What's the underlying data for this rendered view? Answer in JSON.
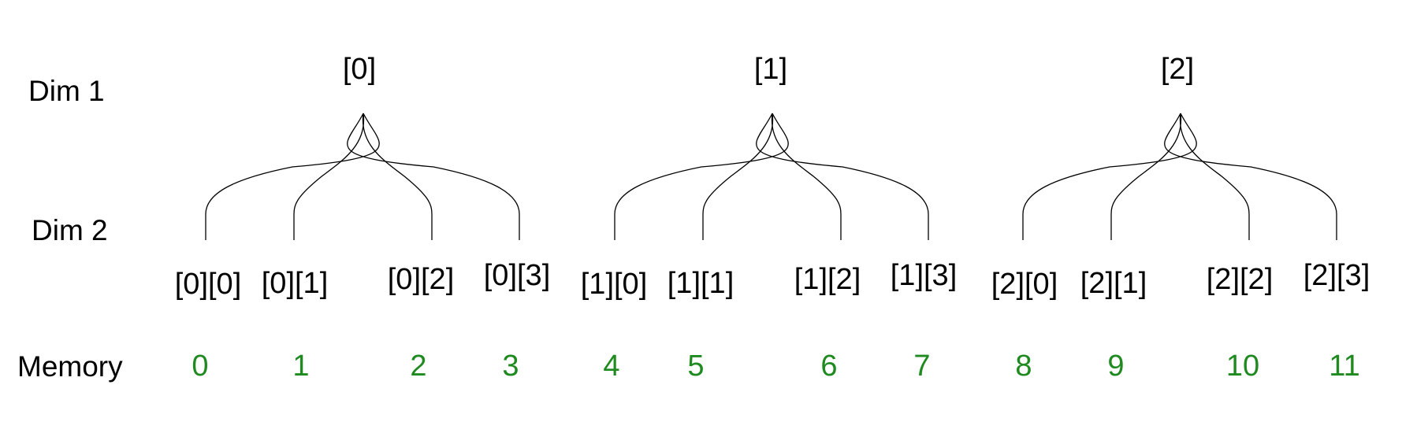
{
  "row_labels": {
    "dim1": "Dim 1",
    "dim2": "Dim 2",
    "memory": "Memory"
  },
  "memory_color": "#1f8a1f",
  "groups": [
    {
      "label": "[0]",
      "children": [
        {
          "label": "[0][0]",
          "memory": "0"
        },
        {
          "label": "[0][1]",
          "memory": "1"
        },
        {
          "label": "[0][2]",
          "memory": "2"
        },
        {
          "label": "[0][3]",
          "memory": "3"
        }
      ]
    },
    {
      "label": "[1]",
      "children": [
        {
          "label": "[1][0]",
          "memory": "4"
        },
        {
          "label": "[1][1]",
          "memory": "5"
        },
        {
          "label": "[1][2]",
          "memory": "6"
        },
        {
          "label": "[1][3]",
          "memory": "7"
        }
      ]
    },
    {
      "label": "[2]",
      "children": [
        {
          "label": "[2][0]",
          "memory": "8"
        },
        {
          "label": "[2][1]",
          "memory": "9"
        },
        {
          "label": "[2][2]",
          "memory": "10"
        },
        {
          "label": "[2][3]",
          "memory": "11"
        }
      ]
    }
  ]
}
